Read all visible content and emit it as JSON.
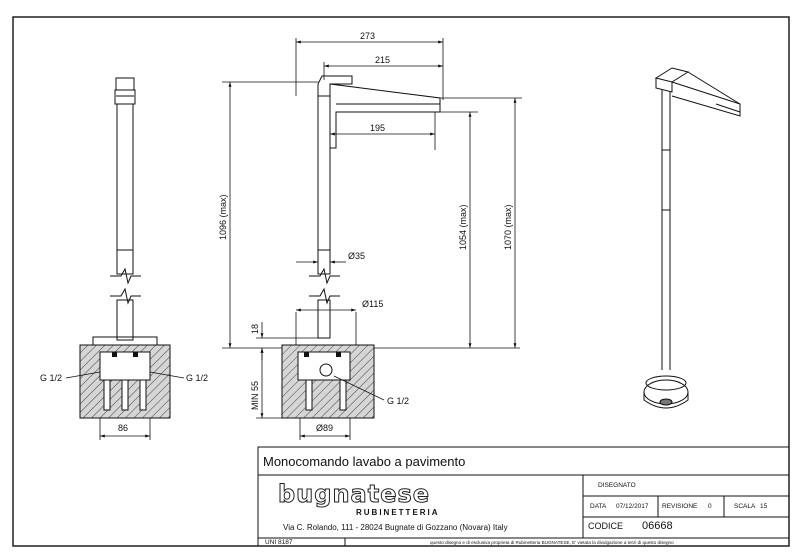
{
  "dimensions": {
    "d273": "273",
    "d215": "215",
    "d195": "195",
    "h1096": "1096 (max)",
    "h1054": "1054 (max)",
    "h1070": "1070 (max)",
    "d35": "Ø35",
    "d115": "Ø115",
    "d18": "18",
    "min55": "MIN 55",
    "d89": "Ø89",
    "d86": "86",
    "g_left": "G 1/2",
    "g_right": "G 1/2",
    "g_mid": "G 1/2"
  },
  "title_block": {
    "product_title": "Monocomando lavabo a pavimento",
    "logo_main": "bugnatese",
    "logo_sub": "RUBINETTERIA",
    "address": "Via C. Rolando, 111 - 28024 Bugnate di Gozzano (Novara) Italy",
    "disegnato_label": "DISEGNATO",
    "data_label": "DATA",
    "data_value": "07/12/2017",
    "revisione_label": "REVISIONE",
    "revisione_value": "0",
    "scala_label": "SCALA",
    "scala_value": "15",
    "codice_label": "CODICE",
    "codice_value": "06668",
    "uni_ref": "UNI 8187",
    "disclaimer": "questo disegno e di esclusiva proprieta di Rubinetteria BUGNATESE, E' vietata la divulgazione a terzi di questo disegno"
  },
  "colors": {
    "line": "#111111",
    "hatch": "#444444",
    "box_fill": "#d0d0d0"
  }
}
